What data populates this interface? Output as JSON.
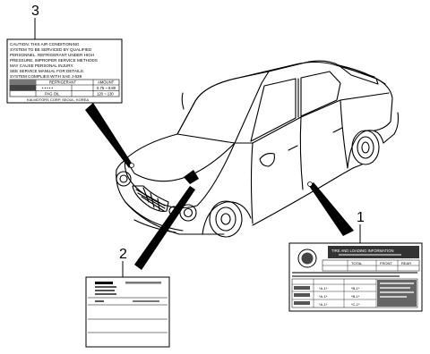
{
  "callouts": {
    "c1": "1",
    "c2": "2",
    "c3": "3"
  },
  "label3": {
    "caution_lines": [
      "CAUTION:  THIS AIR CONDITIONING",
      "SYSTEM TO BE SERVICED BY QUALIFIED",
      "PERSONNEL. REFRIGERANT UNDER HIGH",
      "PRESSURE. IMPROPER SERVICE METHODS",
      "MAY CAUSE PERSONAL INJURY.",
      "SEE SERVICE MANUAL FOR DETAILS.",
      "SYSTEM COMPLIES WITH SAE J-639"
    ],
    "table_header_1": "REFRIGERANT",
    "table_header_2": "AMOUNT",
    "row1_col3": "0.75 ~ 0.80",
    "row2_col1": "PAG OIL",
    "row2_col3": "120 ~ 130",
    "footer": "KIA MOTORS CORP.   SEOUL, KOREA"
  },
  "label1": {
    "title_1": "TIRE AND LOADING INFORMATION",
    "col_total": "TOTAL",
    "col_front": "FRONT",
    "col_rear": "REAR",
    "row_a": "*A-1*",
    "row_b": "*B-1*",
    "row_c": "*C-1*"
  }
}
